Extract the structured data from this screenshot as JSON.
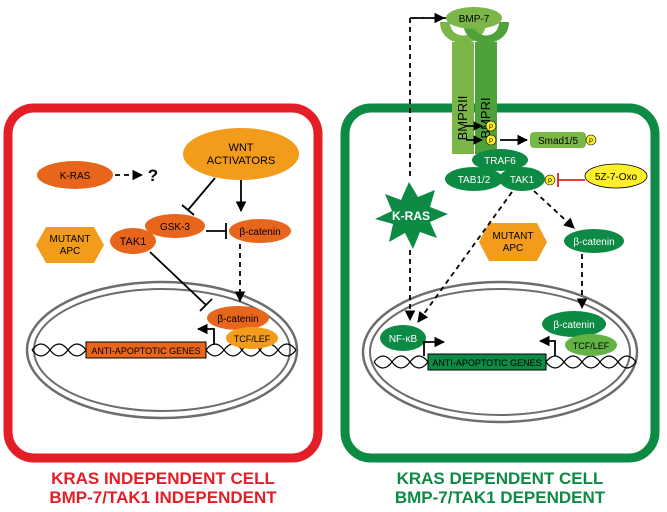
{
  "left_panel": {
    "kras": "K-RAS",
    "question": "?",
    "wnt_line1": "WNT",
    "wnt_line2": "ACTIVATORS",
    "gsk3": "GSK-3",
    "tak1": "TAK1",
    "mutant_apc_line1": "MUTANT",
    "mutant_apc_line2": "APC",
    "beta_catenin_cyto": "β-catenin",
    "beta_catenin_nuc": "β-catenin",
    "tcf_lef": "TCF/LEF",
    "genes": "ANTI-APOPTOTIC GENES",
    "caption_line1": "KRAS INDEPENDENT CELL",
    "caption_line2": "BMP-7/TAK1 INDEPENDENT"
  },
  "right_panel": {
    "bmp7": "BMP-7",
    "bmprii": "BMPRII",
    "bmpri": "BMPRI",
    "phospho": "P",
    "smad": "Smad1/5",
    "traf6": "TRAF6",
    "tab12": "TAB1/2",
    "tak1": "TAK1",
    "inhibitor": "5Z-7-Oxo",
    "kras": "K-RAS",
    "mutant_apc_line1": "MUTANT",
    "mutant_apc_line2": "APC",
    "beta_catenin_cyto": "β-catenin",
    "beta_catenin_nuc": "β-catenin",
    "tcf_lef": "TCF/LEF",
    "nfkb": "NF-κB",
    "genes": "ANTI-APOPTOTIC GENES",
    "caption_line1": "KRAS DEPENDENT CELL",
    "caption_line2": "BMP-7/TAK1 DEPENDENT"
  },
  "colors": {
    "left_border": "#e41e26",
    "right_border": "#0d8a43",
    "orange": "#e8651c",
    "orange_light": "#f39c1b",
    "green": "#0d8a43",
    "green_light": "#62b246",
    "receptor_green": "#7ab648",
    "yellow": "#ffef2b"
  }
}
